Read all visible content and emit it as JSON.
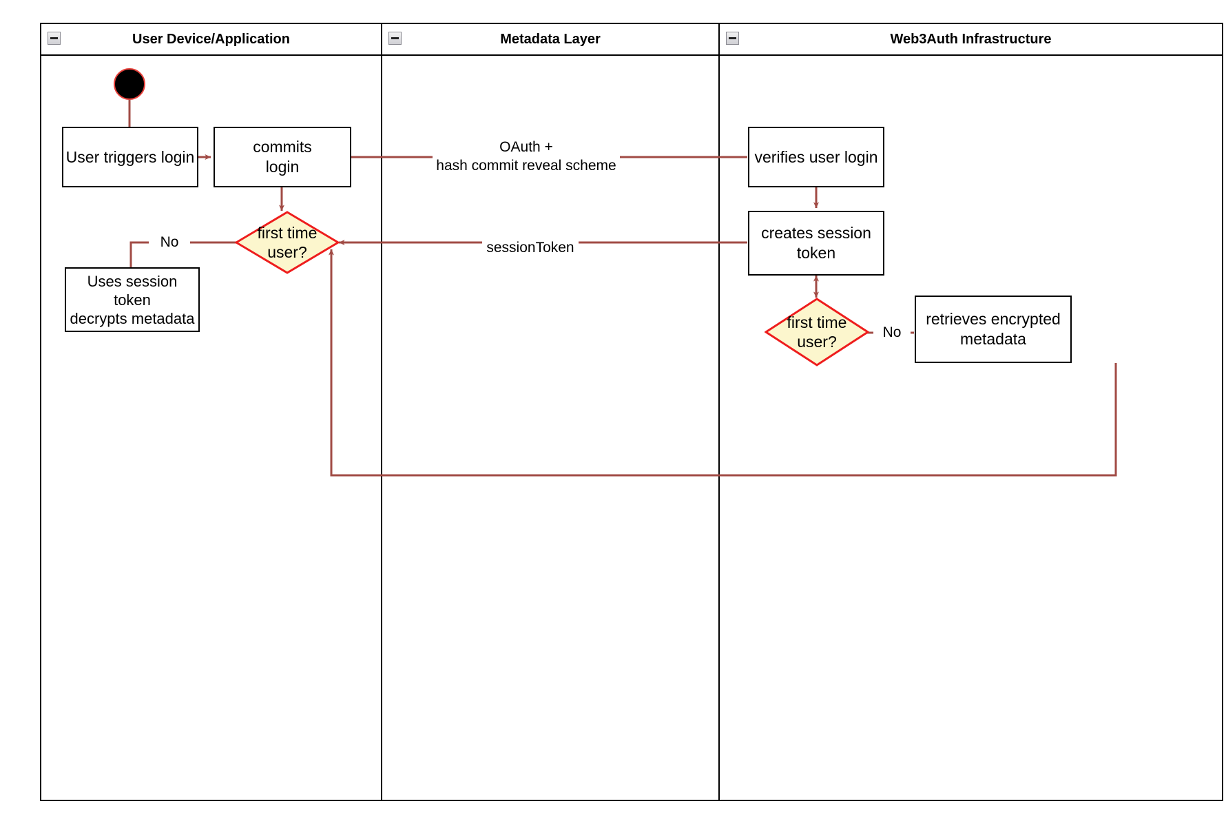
{
  "diagram": {
    "title": "Web3Auth login activity diagram",
    "colors": {
      "edge": "#a14b45",
      "decision_border": "#ee1d1d",
      "decision_fill": "#fcf6cd",
      "node_border": "#000000",
      "lane_border": "#000000",
      "start_fill": "#000000",
      "start_border": "#e8403a",
      "background": "#ffffff"
    },
    "lanes": [
      {
        "id": "user-device",
        "label": "User Device/Application",
        "collapse_icon": "minus-icon"
      },
      {
        "id": "metadata-layer",
        "label": "Metadata Layer",
        "collapse_icon": "minus-icon"
      },
      {
        "id": "web3auth",
        "label": "Web3Auth Infrastructure",
        "collapse_icon": "minus-icon"
      }
    ],
    "nodes": [
      {
        "id": "start",
        "type": "start",
        "label": "",
        "lane": "user-device"
      },
      {
        "id": "user-triggers-login",
        "type": "action",
        "label": "User triggers login",
        "lane": "user-device"
      },
      {
        "id": "commits-login",
        "type": "action",
        "label": "commits\nlogin",
        "lane": "user-device"
      },
      {
        "id": "first-time-user-left",
        "type": "decision",
        "label": "first time\nuser?",
        "lane": "user-device"
      },
      {
        "id": "uses-session-token",
        "type": "action",
        "label": "Uses session\ntoken\ndecrypts metadata",
        "lane": "user-device"
      },
      {
        "id": "verifies-user-login",
        "type": "action",
        "label": "verifies user login",
        "lane": "web3auth"
      },
      {
        "id": "creates-session-token",
        "type": "action",
        "label": "creates session\ntoken",
        "lane": "web3auth"
      },
      {
        "id": "first-time-user-right",
        "type": "decision",
        "label": "first time\nuser?",
        "lane": "web3auth"
      },
      {
        "id": "retrieves-encrypted-metadata",
        "type": "action",
        "label": "retrieves encrypted\nmetadata",
        "lane": "web3auth"
      }
    ],
    "edge_labels": {
      "oauth": "OAuth +\nhash commit reveal scheme",
      "session_token": "sessionToken",
      "no_left": "No",
      "no_right": "No"
    }
  }
}
